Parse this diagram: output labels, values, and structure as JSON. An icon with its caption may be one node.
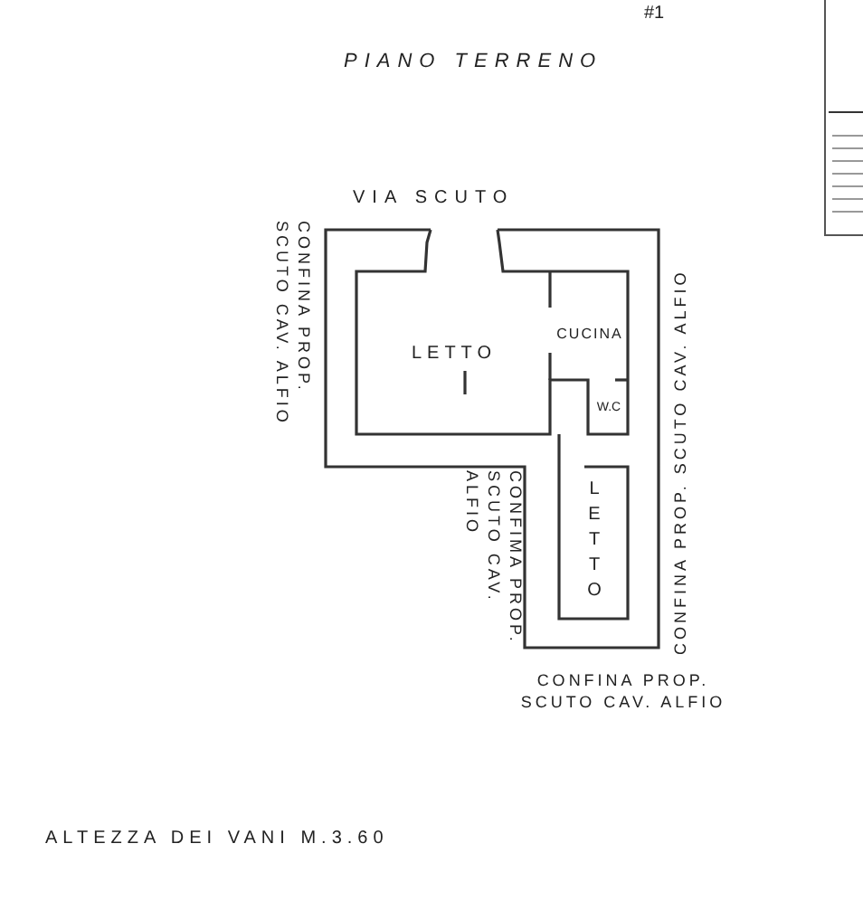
{
  "diagram": {
    "title": "PIANO TERRENO",
    "nodes": [
      {
        "text": [
          "LETTO"
        ]
      },
      {
        "text": [
          "CUCINA"
        ]
      },
      {
        "text": [
          "W.C"
        ]
      },
      {
        "text": [
          "LETTO"
        ]
      }
    ],
    "labels": [
      "#1",
      "VIA SCUTO",
      "CONFINA PROP. SCUTO CAV. ALFIO",
      "CONFIMA PROP. SCUTO CAV. ALFIO",
      "CONFINA PROP. SCUTO CAV. ALFIO",
      "CONFINA PROP. SCUTO CAV. ALFIO",
      "ALTEZZA DEI VANI M.3.60"
    ]
  }
}
